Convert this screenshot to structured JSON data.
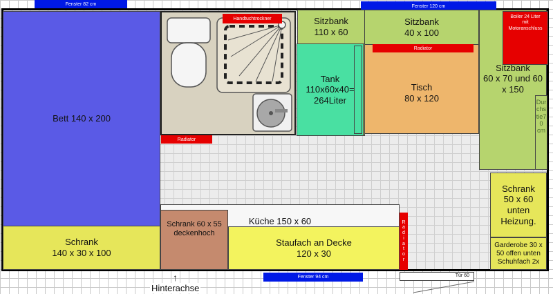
{
  "windows": {
    "left_top": "Fenster 82 cm",
    "right_top": "Fenster 120 cm",
    "bottom": "Fenster 94 cm"
  },
  "door": "Tür 60",
  "bed": "Bett 140 x 200",
  "wardrobe_left": "Schrank\n140 x 30 x 100",
  "bathroom": {
    "towel_radiator": "Handtuchtrockner",
    "radiator": "Radiator"
  },
  "seat_bench_1": "Sitzbank\n110 x 60",
  "tank": "Tank\n110x60x40=\n264Liter",
  "seat_bench_2": "Sitzbank\n40 x 100",
  "table_radiator": "Radiator",
  "table": "Tisch\n80 x 120",
  "boiler": "Boiler 24 Liter\nmit\nMotoranschluss",
  "seat_bench_3": "Sitzbank\n60 x 70 und 60\nx 150",
  "passage": "Dur\nchs\ntie7\n0\ncm",
  "cabinet_right": "Schrank\n50 x 60\nunten\nHeizung.",
  "cabinet_ceiling": "Schrank 60 x 55\ndeckenhoch",
  "kitchen": "Küche 150 x 60",
  "storage": "Staufach an Decke\n120 x 30",
  "radiator_vertical": [
    "R",
    "a",
    "d",
    "i",
    "a",
    "t",
    "o",
    "r"
  ],
  "garderobe": "Garderobe 30 x\n50 offen unten\nSchuhfach 2x",
  "rear_axle": "Hinterachse",
  "rear_axle_arrow": "↑"
}
